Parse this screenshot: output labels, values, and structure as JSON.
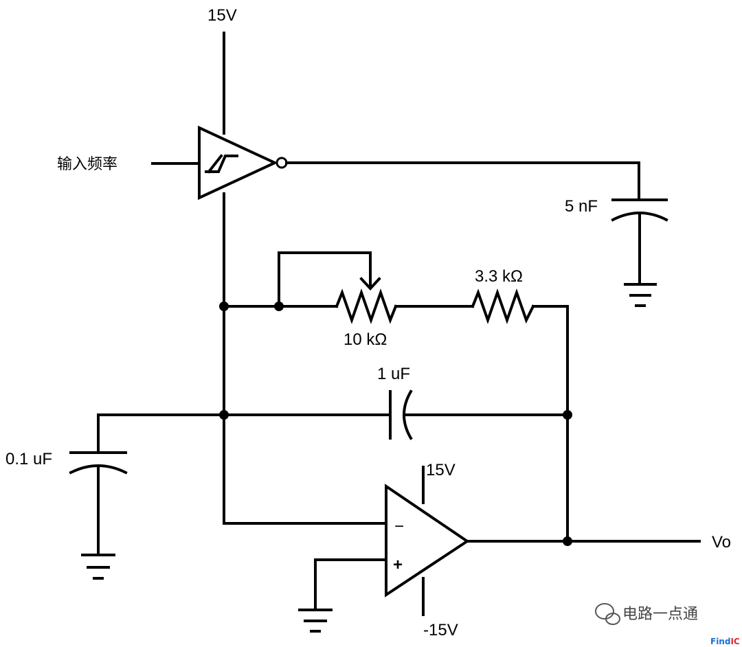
{
  "labels": {
    "supply_top": "15V",
    "input": "输入频率",
    "cap_5nf": "5 nF",
    "res_3k3": "3.3 kΩ",
    "pot_10k": "10 kΩ",
    "cap_1uf": "1 uF",
    "cap_01uf": "0.1 uF",
    "opamp_vpos": "15V",
    "opamp_vneg": "-15V",
    "output": "Vo",
    "opamp_minus": "−",
    "opamp_plus": "+"
  },
  "watermark": {
    "text": "电路一点通",
    "icon": "wechat-icon"
  },
  "brand": {
    "text_a": "Find",
    "text_b": "IC",
    "color_a": "#1a6fd1",
    "color_b": "#e0262b"
  }
}
